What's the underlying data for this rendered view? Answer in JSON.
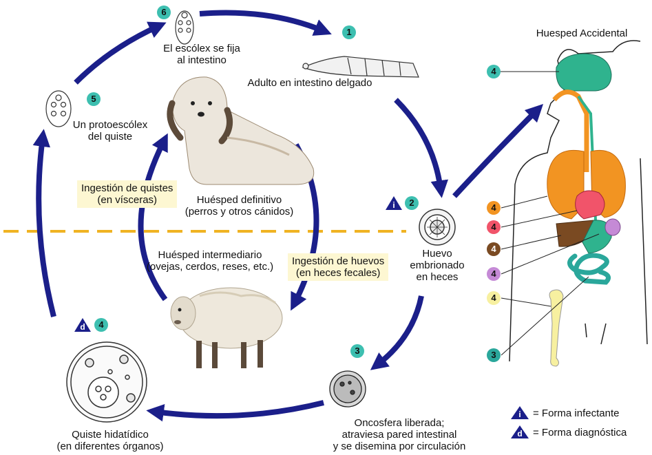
{
  "title_accidental": "Huesped Accidental",
  "colors": {
    "arrow": "#1b1f8a",
    "badge": "#3dbfb0",
    "dashed": "#f0b323",
    "box": "#fdf7d2",
    "brain": "#2fb38e",
    "lung": "#f29422",
    "heart": "#f1546a",
    "liver": "#7a4a22",
    "spleen": "#c58ad6",
    "bone": "#f7f0a0",
    "intestine": "#2aa79b"
  },
  "stages": {
    "s1": {
      "num": "1",
      "lines": [
        "Adulto en intestino delgado"
      ]
    },
    "s2": {
      "num": "2",
      "lines": [
        "Huevo",
        "embrionado",
        "en heces"
      ]
    },
    "s3": {
      "num": "3",
      "lines": [
        "Oncosfera liberada;",
        "atraviesa pared intestinal",
        "y se disemina por circulación"
      ]
    },
    "s4": {
      "num": "4",
      "lines": [
        "Quiste hidatídico",
        "(en diferentes órganos)"
      ]
    },
    "s5": {
      "num": "5",
      "lines": [
        "Un protoescólex",
        "del quiste"
      ]
    },
    "s6": {
      "num": "6",
      "lines": [
        "El escólex se fija",
        "al intestino"
      ]
    }
  },
  "hosts": {
    "definitive": [
      "Huésped definitivo",
      "(perros y otros cánidos)"
    ],
    "intermediate": [
      "Huésped intermediario",
      "(ovejas, cerdos, reses, etc.)"
    ]
  },
  "boxes": {
    "quistes": [
      "Ingestión de quistes",
      "(en vísceras)"
    ],
    "huevos": [
      "Ingestión de huevos",
      "(en heces fecales)"
    ]
  },
  "organ_badges": [
    "4",
    "4",
    "4",
    "4",
    "4",
    "4",
    "3"
  ],
  "markers": {
    "infective": "i",
    "diagnostic": "d"
  },
  "legend": {
    "infective": "= Forma infectante",
    "diagnostic": "= Forma  diagnóstica"
  }
}
